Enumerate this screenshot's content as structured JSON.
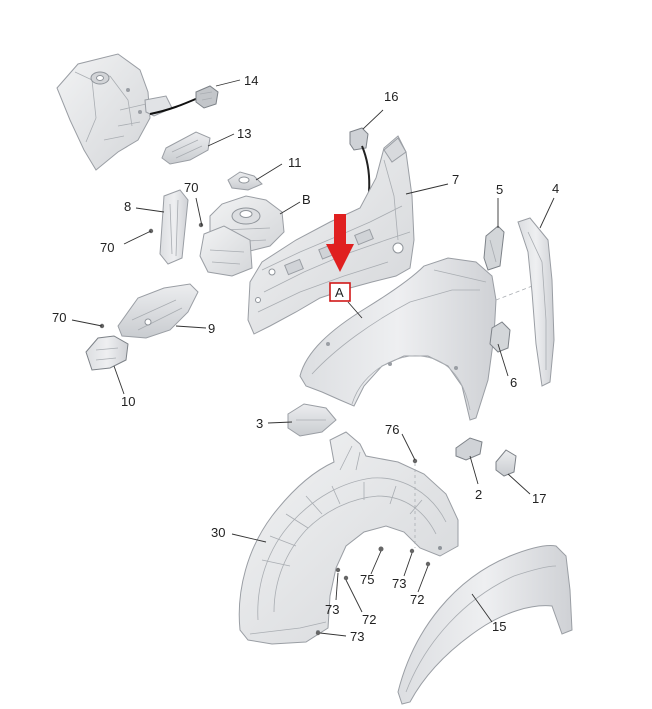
{
  "colors": {
    "part_fill": "#e9eaec",
    "part_shade": "#d2d4d7",
    "arrow": "#e02020",
    "box_border": "#d01818"
  },
  "callouts": {
    "p14": "14",
    "p13": "13",
    "p16": "16",
    "p11": "11",
    "p7": "7",
    "p5": "5",
    "p4": "4",
    "pB": "B",
    "p70a": "70",
    "p8": "8",
    "p70b": "70",
    "p70c": "70",
    "p9": "9",
    "p10": "10",
    "pA": "A",
    "p6": "6",
    "p3": "3",
    "p76": "76",
    "p2": "2",
    "p17": "17",
    "p30": "30",
    "p75": "75",
    "p73a": "73",
    "p72a": "72",
    "p73b": "73",
    "p72b": "72",
    "p73c": "73",
    "p15": "15"
  }
}
